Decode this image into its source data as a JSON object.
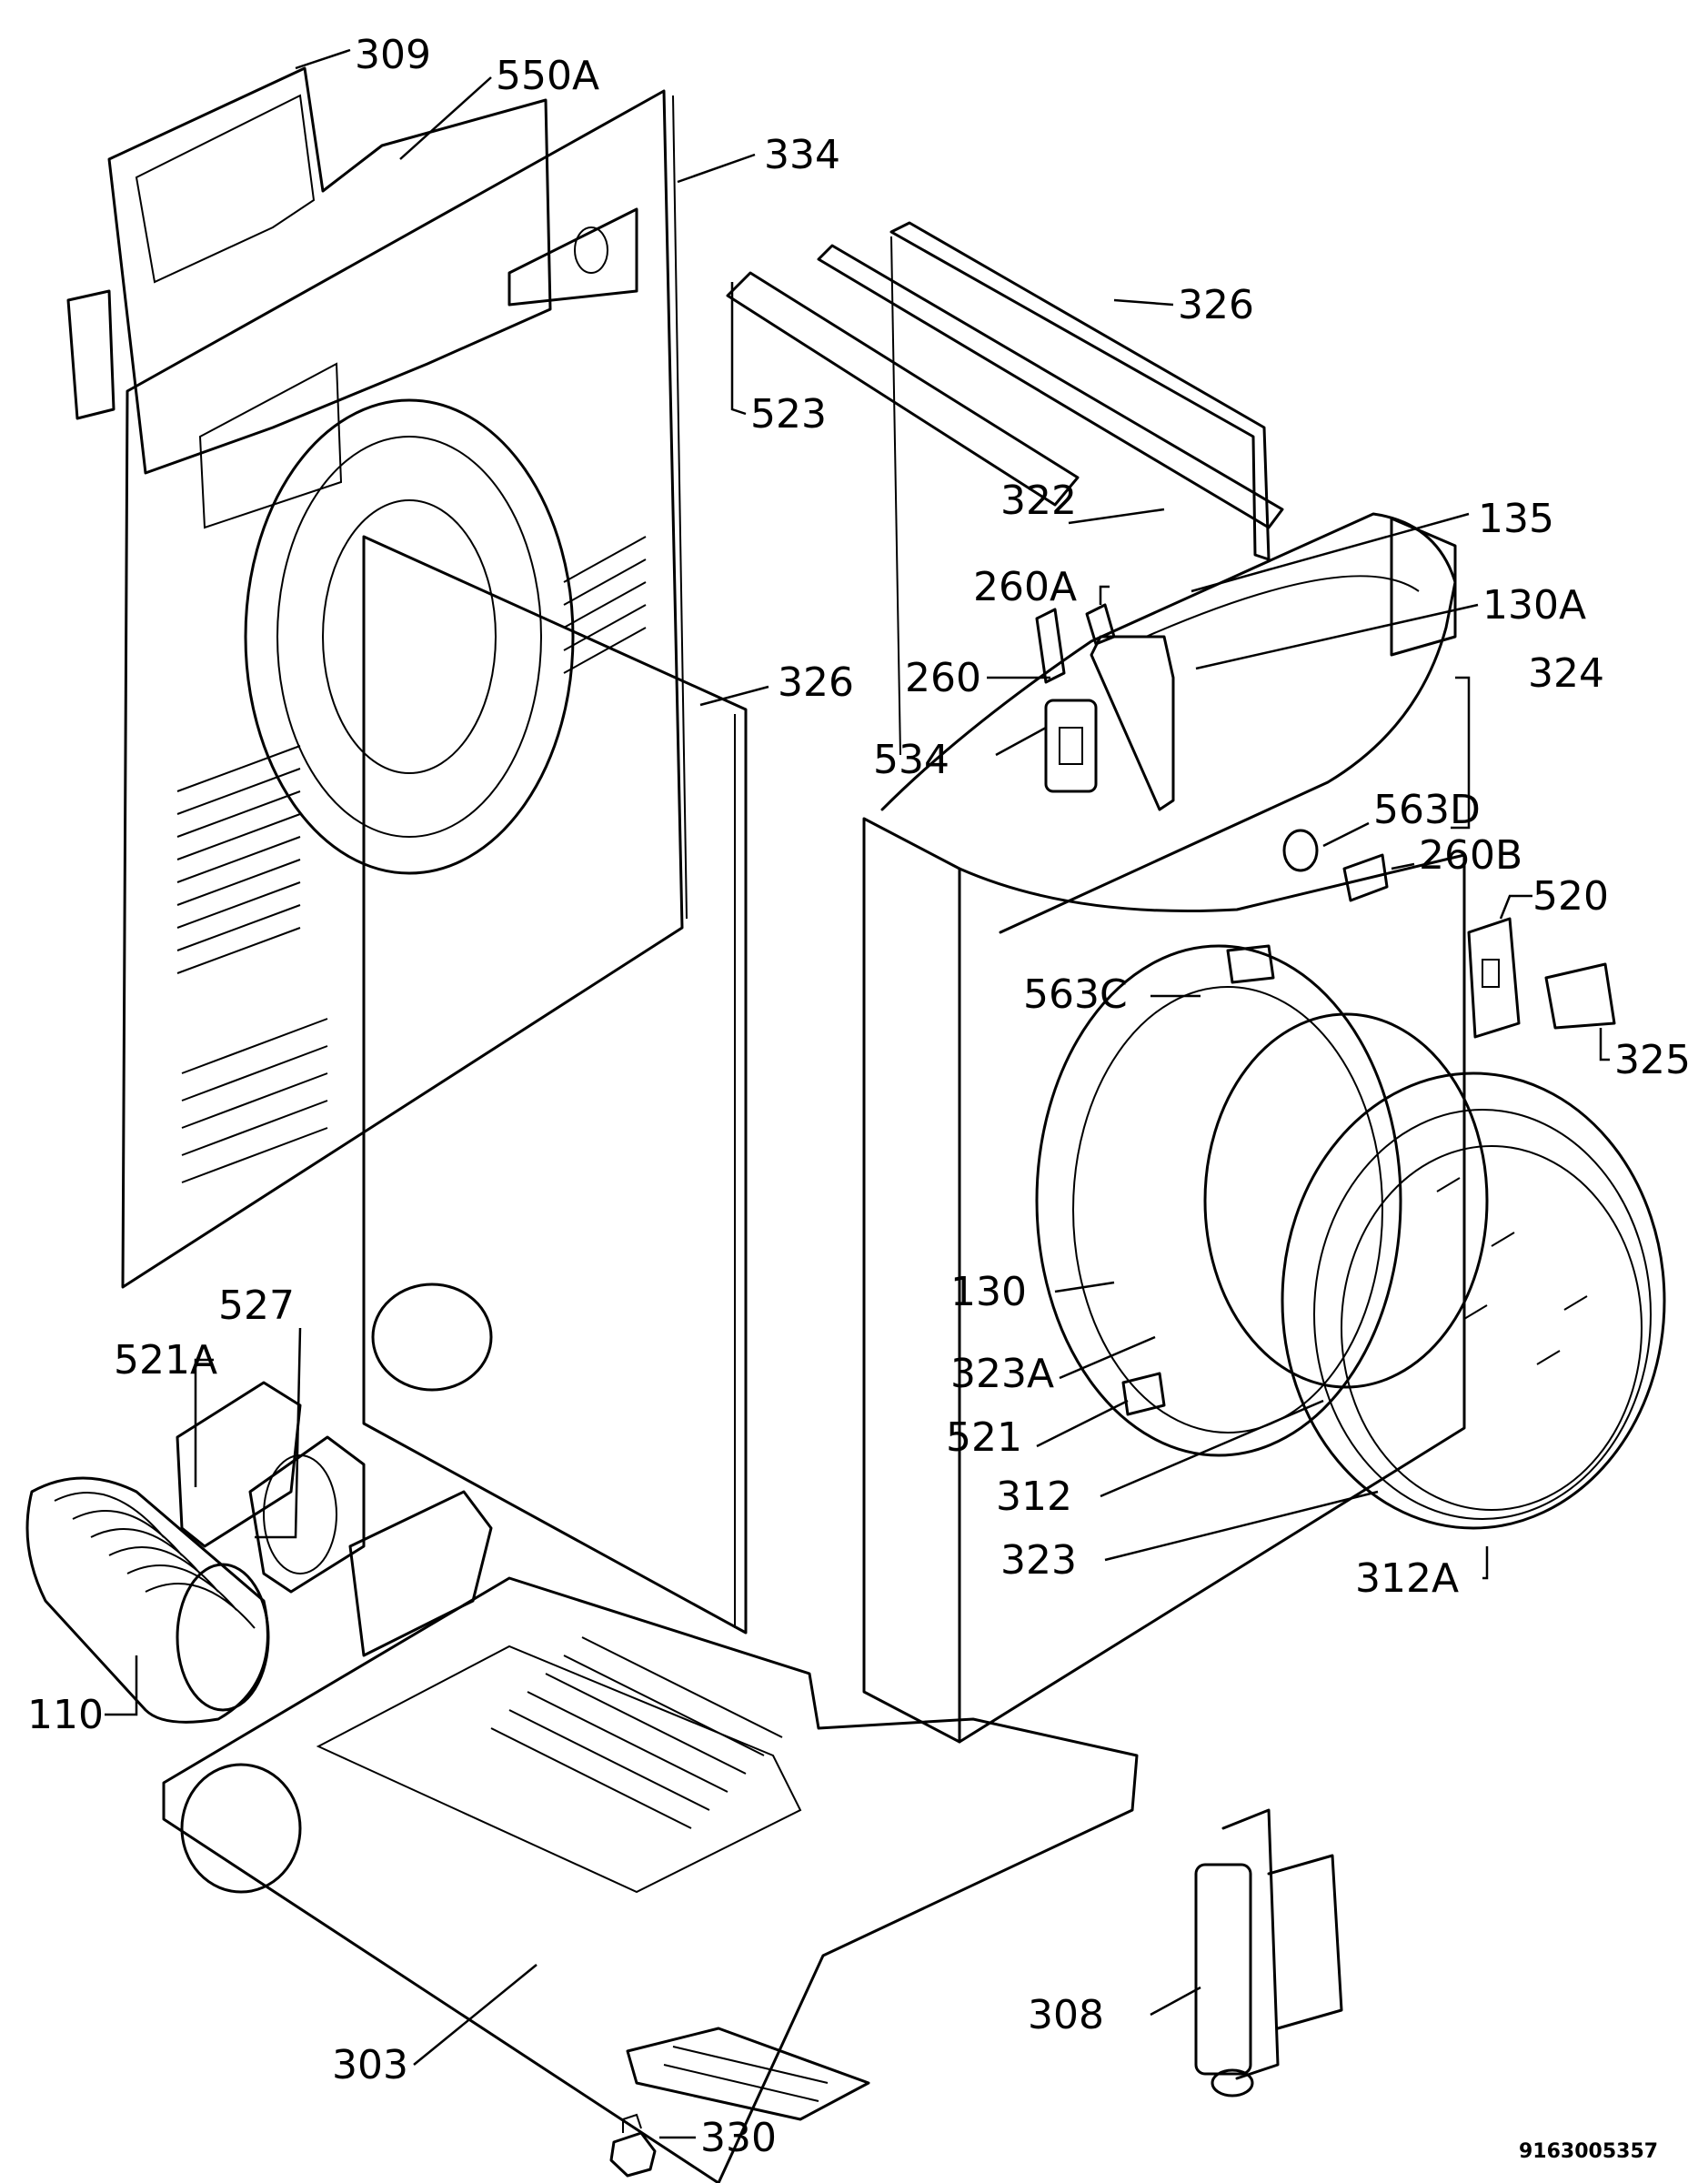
{
  "diagram": {
    "document_number": "9163005357",
    "part_labels": [
      "309",
      "550A",
      "334",
      "326",
      "523",
      "322",
      "135",
      "260A",
      "130A",
      "326",
      "260",
      "324",
      "534",
      "563D",
      "260B",
      "520",
      "563C",
      "325",
      "130",
      "527",
      "521A",
      "323A",
      "521",
      "312",
      "323",
      "312A",
      "110",
      "308",
      "303",
      "330"
    ]
  }
}
